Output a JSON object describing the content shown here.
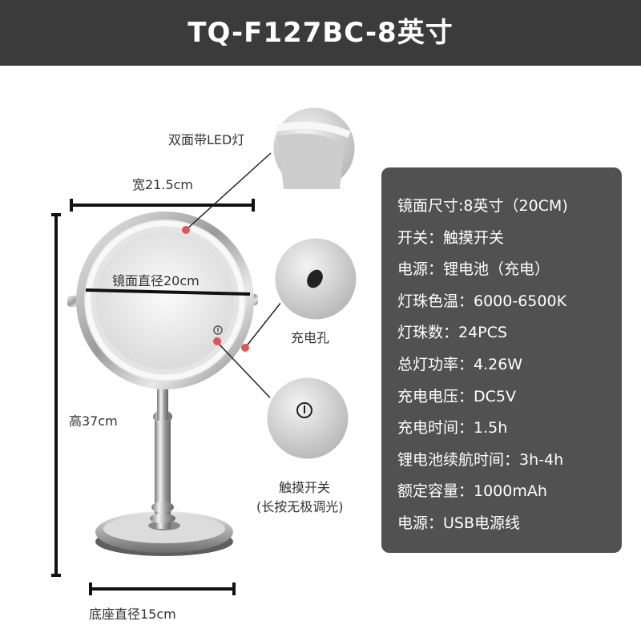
{
  "title": "TQ-F127BC-8英寸",
  "labels": {
    "led": "双面带LED灯",
    "width": "宽21.5cm",
    "mirror_diameter": "镜面直径20cm",
    "height": "高37cm",
    "charging_port": "充电孔",
    "touch_switch": "触摸开关",
    "touch_switch_note": "(长按无极调光)",
    "base_diameter": "底座直径15cm"
  },
  "specs": [
    "镜面尺寸:8英寸（20CM)",
    "开关：触摸开关",
    "电源：锂电池（充电）",
    "灯珠色温：6000-6500K",
    "灯珠数：24PCS",
    "总灯功率：4.26W",
    "充电电压：DC5V",
    "充电时间：1.5h",
    "锂电池续航时间：3h-4h",
    "额定容量：1000mAh",
    "电源：USB电源线"
  ],
  "colors": {
    "header_bg": "#3b3b3b",
    "spec_panel_bg": "#515151",
    "marker": "#e05555"
  }
}
